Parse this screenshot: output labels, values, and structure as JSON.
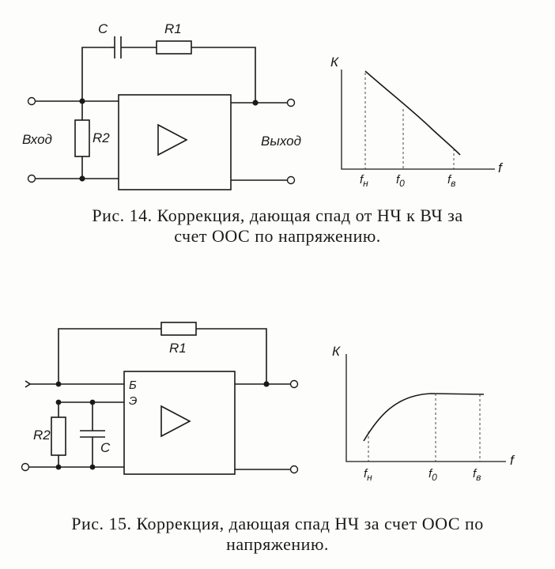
{
  "fig14": {
    "label_c": "C",
    "label_r1": "R1",
    "label_r2": "R2",
    "label_input": "Вход",
    "label_output": "Выход",
    "graph": {
      "y_label": "К",
      "x_label": "f",
      "ticks": [
        {
          "main": "f",
          "sub": "н"
        },
        {
          "main": "f",
          "sub": "0"
        },
        {
          "main": "f",
          "sub": "в"
        }
      ]
    },
    "caption_line1": "Рис. 14. Коррекция, дающая спад от НЧ к ВЧ за",
    "caption_line2": "счет ООС по напряжению."
  },
  "fig15": {
    "label_r1": "R1",
    "label_r2": "R2",
    "label_c": "C",
    "label_b": "Б",
    "label_e": "Э",
    "graph": {
      "y_label": "К",
      "x_label": "f",
      "ticks": [
        {
          "main": "f",
          "sub": "н"
        },
        {
          "main": "f",
          "sub": "0"
        },
        {
          "main": "f",
          "sub": "в"
        }
      ]
    },
    "caption_line1": "Рис. 15. Коррекция, дающая спад НЧ за счет ООС по",
    "caption_line2": "напряжению."
  }
}
